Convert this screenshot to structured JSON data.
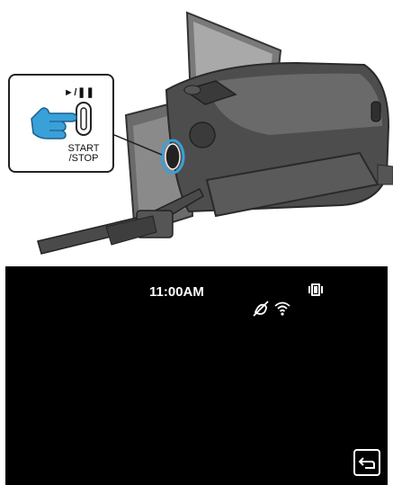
{
  "callout": {
    "play_pause_label": "►/❚❚",
    "start_stop_line1": "START",
    "start_stop_line2": "/STOP"
  },
  "screen": {
    "clock": "11:00AM",
    "icons": [
      "camera-stand-icon",
      "gps-off-icon",
      "wifi-icon",
      "back-icon"
    ]
  },
  "colors": {
    "screen_background": "#000000",
    "highlight_ring": "#3aa0d8",
    "camera_body": "#444444"
  }
}
